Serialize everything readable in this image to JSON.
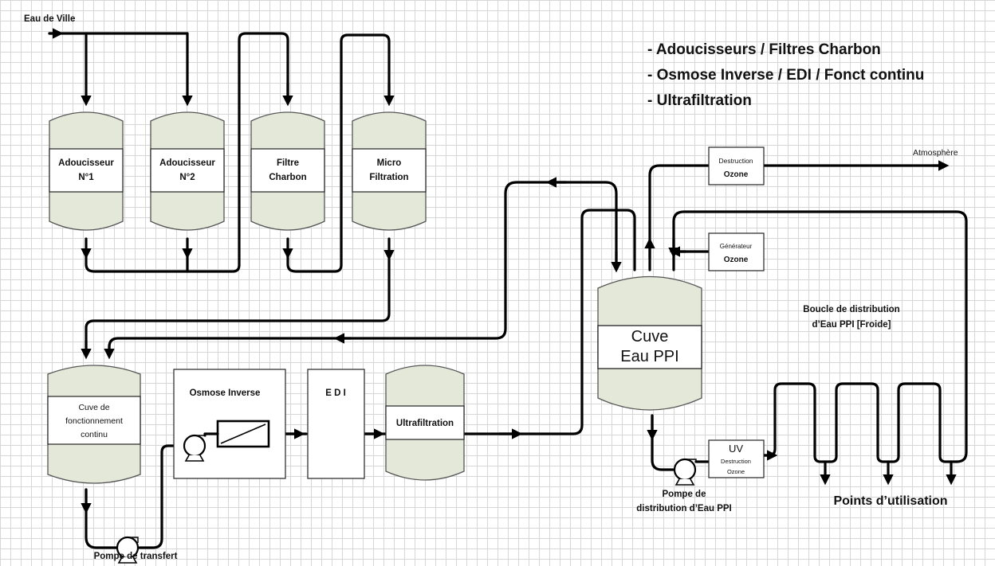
{
  "source_label": "Eau de Ville",
  "legend": [
    "- Adoucisseurs / Filtres Charbon",
    "- Osmose Inverse / EDI / Fonct continu",
    "- Ultrafiltration"
  ],
  "tanks": {
    "adoucisseur1": [
      "Adoucisseur",
      "N°1"
    ],
    "adoucisseur2": [
      "Adoucisseur",
      "N°2"
    ],
    "filtre": [
      "Filtre",
      "Charbon"
    ],
    "micro": [
      "Micro",
      "Filtration"
    ],
    "cuve_continu": [
      "Cuve de",
      "fonctionnement",
      "continu"
    ],
    "ultrafiltration": "Ultrafiltration",
    "cuve_ppi": [
      "Cuve",
      "Eau PPI"
    ]
  },
  "osmose_label": "Osmose Inverse",
  "edi_label": "E D I",
  "destruction_ozone": [
    "Destruction",
    "Ozone"
  ],
  "generateur_ozone": [
    "Générateur",
    "Ozone"
  ],
  "uv": {
    "title": "UV",
    "sub": [
      "Destruction",
      "Ozone"
    ]
  },
  "atmosphere_label": "Atmosphère",
  "boucle_label": [
    "Boucle de distribution",
    "d’Eau PPI [Froide]"
  ],
  "pompe_transfert": "Pompe de transfert",
  "pompe_distribution": [
    "Pompe de",
    "distribution d’Eau PPI"
  ],
  "points_utilisation": "Points d’utilisation",
  "colors": {
    "pipe": "#000000",
    "tank_fill": "#e3e8d9",
    "tank_band": "#ffffff",
    "grid": "#d6d6d6"
  }
}
